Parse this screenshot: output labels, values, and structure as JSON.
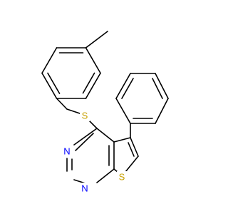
{
  "molecule": {
    "atoms": [
      {
        "id": "S_link",
        "label": "S",
        "color": "#c8a000"
      },
      {
        "id": "N_upper",
        "label": "N",
        "color": "#0000ff"
      },
      {
        "id": "N_lower",
        "label": "N",
        "color": "#0000ff"
      },
      {
        "id": "S_ring",
        "label": "S",
        "color": "#c8a000"
      }
    ]
  }
}
